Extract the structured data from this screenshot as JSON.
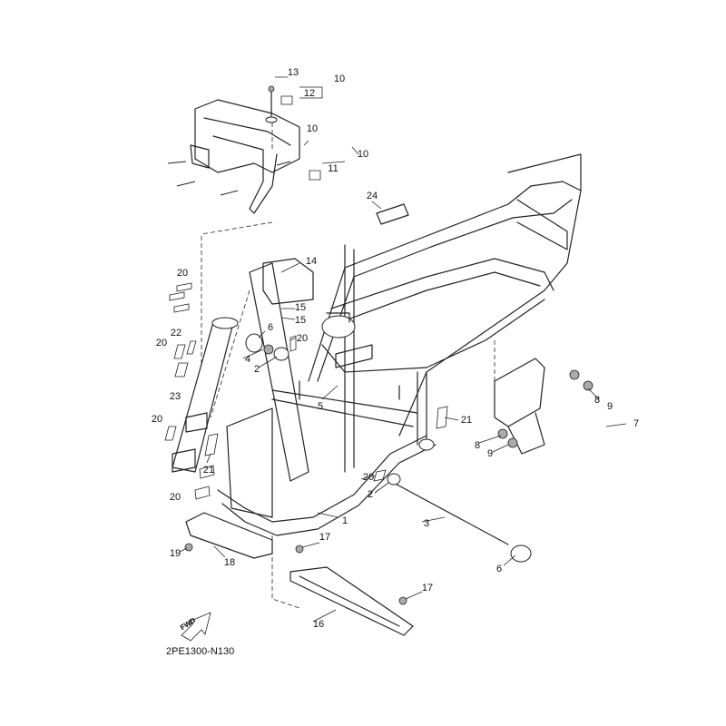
{
  "diagram_code": "2PE1300-N130",
  "fwd_arrow": "FWD",
  "callouts": [
    "13",
    "12",
    "10",
    "10",
    "11",
    "10",
    "24",
    "14",
    "20",
    "15",
    "15",
    "6",
    "20",
    "22",
    "20",
    "4",
    "2",
    "23",
    "5",
    "20",
    "21",
    "21",
    "8",
    "9",
    "7",
    "8",
    "9",
    "20",
    "2",
    "1",
    "20",
    "3",
    "17",
    "6",
    "19",
    "18",
    "17",
    "16"
  ]
}
